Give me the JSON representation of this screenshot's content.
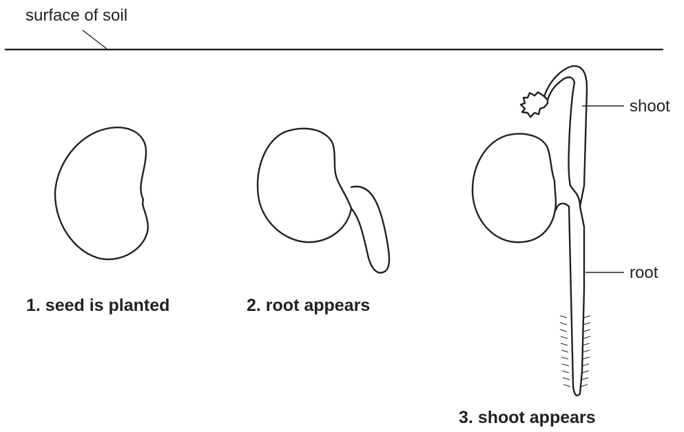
{
  "labels": {
    "surface": "surface of soil",
    "shoot": "shoot",
    "root": "root"
  },
  "stages": [
    {
      "caption": "1. seed is planted"
    },
    {
      "caption": "2. root appears"
    },
    {
      "caption": "3. shoot appears"
    }
  ]
}
